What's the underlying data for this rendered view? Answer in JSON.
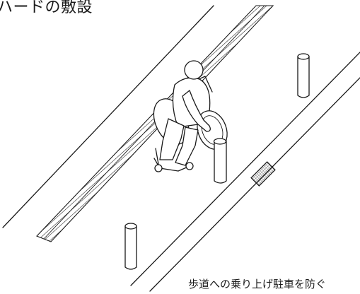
{
  "title": "ハードの敷設",
  "caption": "歩道への乗り上げ駐車を防ぐ",
  "colors": {
    "line": "#1a1a1a",
    "background": "#ffffff"
  },
  "icons": [
    "wheelchair-user",
    "bollard",
    "drain-grate",
    "tactile-paving"
  ]
}
